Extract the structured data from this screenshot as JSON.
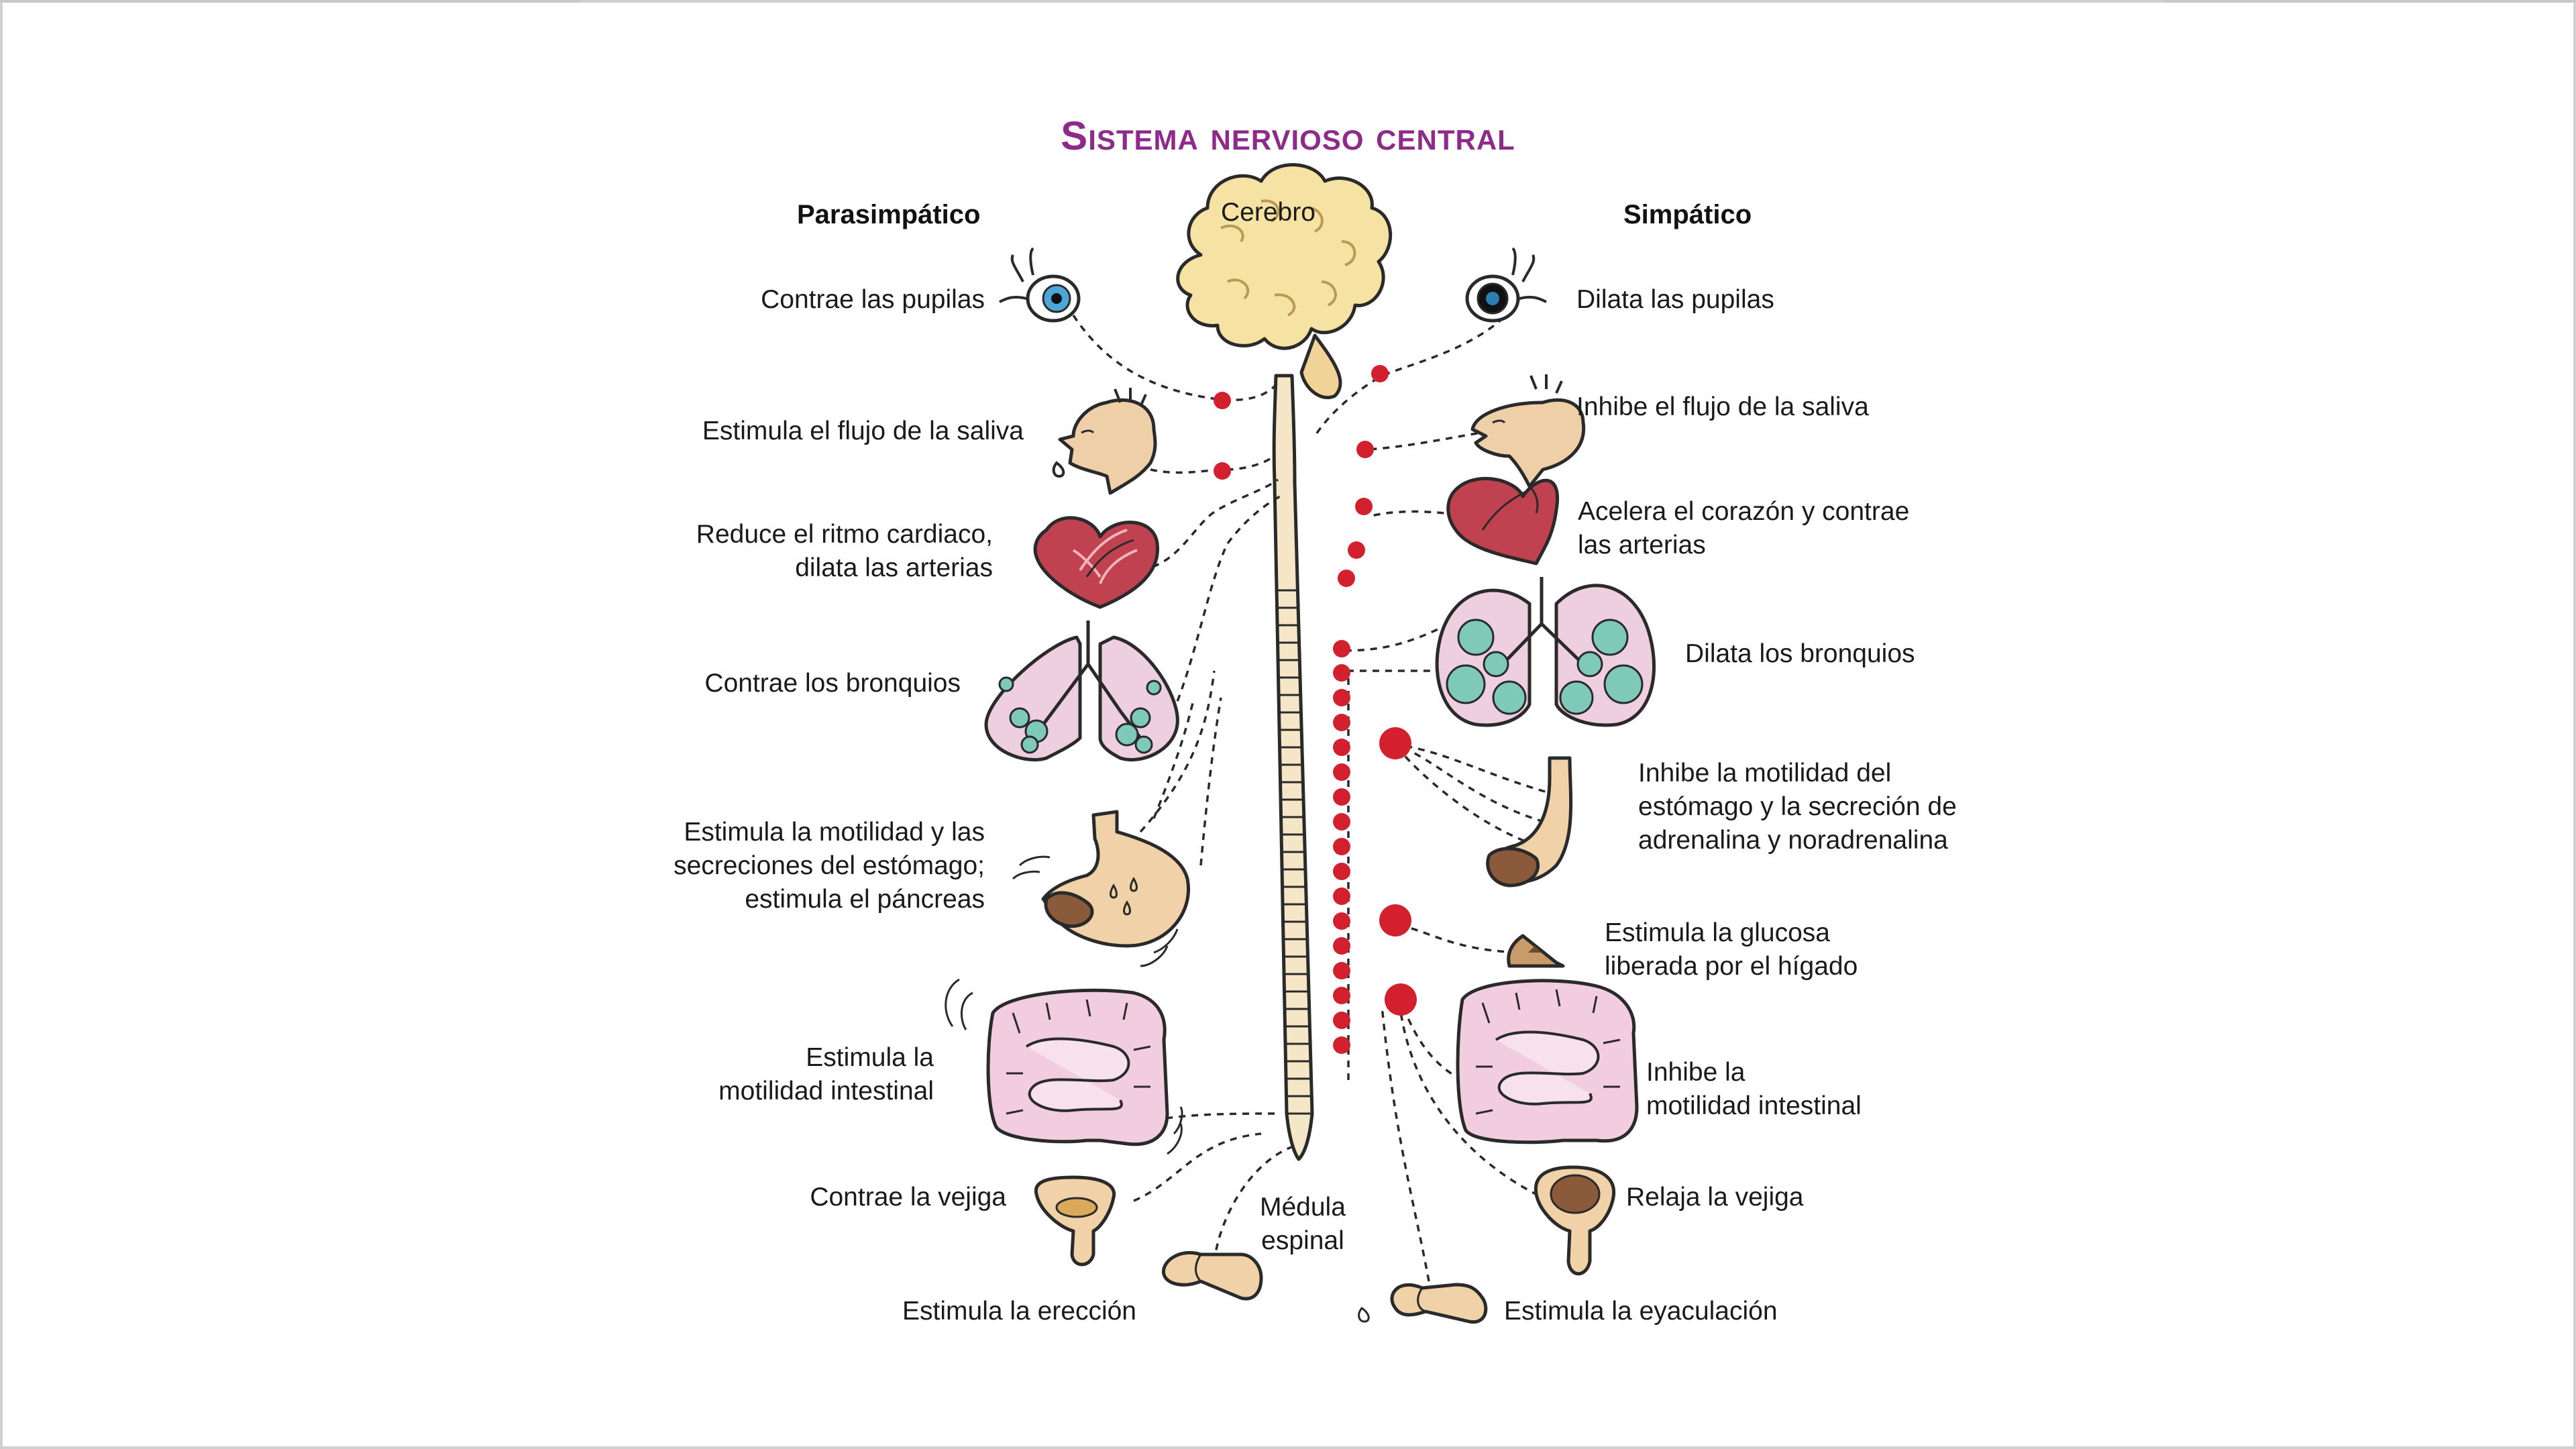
{
  "title": "Sistema nervioso central",
  "headers": {
    "left": "Parasimpático",
    "center": "Cerebro",
    "right": "Simpático",
    "spine": "Médula\nespinal"
  },
  "parasympathetic": [
    {
      "organ": "eye-icon",
      "label": "Contrae las pupilas"
    },
    {
      "organ": "face-icon",
      "label": "Estimula el flujo de la saliva"
    },
    {
      "organ": "heart-icon",
      "label": "Reduce el ritmo cardiaco,\ndilata las arterias"
    },
    {
      "organ": "lungs-icon",
      "label": "Contrae los bronquios"
    },
    {
      "organ": "stomach-icon",
      "label": "Estimula la motilidad y las\nsecreciones del estómago;\nestimula el páncreas"
    },
    {
      "organ": "intestine-icon",
      "label": "Estimula la\nmotilidad intestinal"
    },
    {
      "organ": "bladder-icon",
      "label": "Contrae la vejiga"
    },
    {
      "organ": "penis-icon",
      "label": "Estimula la erección"
    }
  ],
  "sympathetic": [
    {
      "organ": "eye-icon",
      "label": "Dilata las pupilas"
    },
    {
      "organ": "face-icon",
      "label": "Inhibe el flujo de la saliva"
    },
    {
      "organ": "heart-icon",
      "label": "Acelera el corazón y contrae\nlas arterias"
    },
    {
      "organ": "lungs-icon",
      "label": "Dilata los bronquios"
    },
    {
      "organ": "stomach-icon",
      "label": "Inhibe la motilidad del\nestómago y la secreción de\nadrenalina y noradrenalina"
    },
    {
      "organ": "liver-icon",
      "label": "Estimula la glucosa\nliberada por el hígado"
    },
    {
      "organ": "intestine-icon",
      "label": "Inhibe la\nmotilidad intestinal"
    },
    {
      "organ": "bladder-icon",
      "label": "Relaja la vejiga"
    },
    {
      "organ": "penis-icon",
      "label": "Estimula la eyaculación"
    }
  ],
  "colors": {
    "title": "#8e2a8a",
    "ganglion": "#d3202f",
    "brain": "#f6e3a3",
    "spine": "#f4e6c6",
    "heart": "#c0414f",
    "lung": "#eecfe0",
    "alveoli": "#7ec9b8",
    "stomach": "#f1d2a8",
    "intestine": "#f2cde0"
  }
}
